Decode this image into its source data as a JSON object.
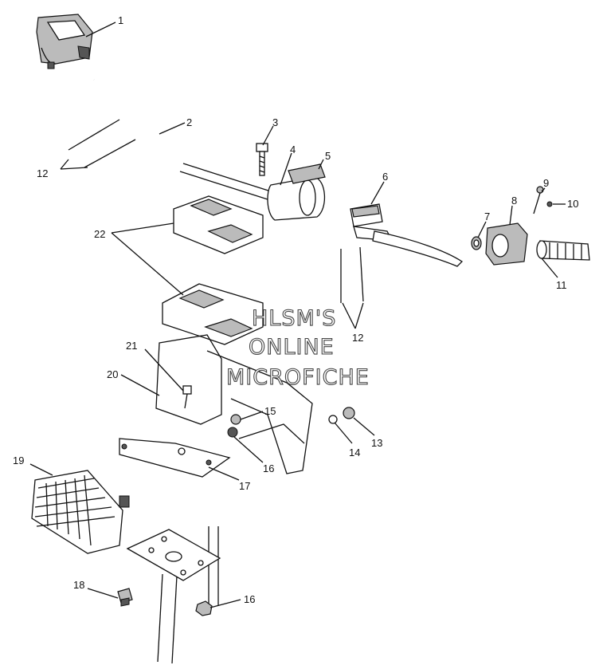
{
  "diagram": {
    "callouts": [
      {
        "id": "callout-1",
        "label": "1"
      },
      {
        "id": "callout-2",
        "label": "2"
      },
      {
        "id": "callout-3",
        "label": "3"
      },
      {
        "id": "callout-4",
        "label": "4"
      },
      {
        "id": "callout-5",
        "label": "5"
      },
      {
        "id": "callout-6",
        "label": "6"
      },
      {
        "id": "callout-7",
        "label": "7"
      },
      {
        "id": "callout-8",
        "label": "8"
      },
      {
        "id": "callout-9",
        "label": "9"
      },
      {
        "id": "callout-10",
        "label": "10"
      },
      {
        "id": "callout-11",
        "label": "11"
      },
      {
        "id": "callout-12a",
        "label": "12"
      },
      {
        "id": "callout-12b",
        "label": "12"
      },
      {
        "id": "callout-13",
        "label": "13"
      },
      {
        "id": "callout-14",
        "label": "14"
      },
      {
        "id": "callout-15",
        "label": "15"
      },
      {
        "id": "callout-16a",
        "label": "16"
      },
      {
        "id": "callout-16b",
        "label": "16"
      },
      {
        "id": "callout-17",
        "label": "17"
      },
      {
        "id": "callout-18",
        "label": "18"
      },
      {
        "id": "callout-19",
        "label": "19"
      },
      {
        "id": "callout-20",
        "label": "20"
      },
      {
        "id": "callout-21",
        "label": "21"
      },
      {
        "id": "callout-22",
        "label": "22"
      }
    ],
    "watermark": {
      "line1": "HLSM'S",
      "line2": "ONLINE",
      "line3": "MICROFICHE"
    }
  }
}
